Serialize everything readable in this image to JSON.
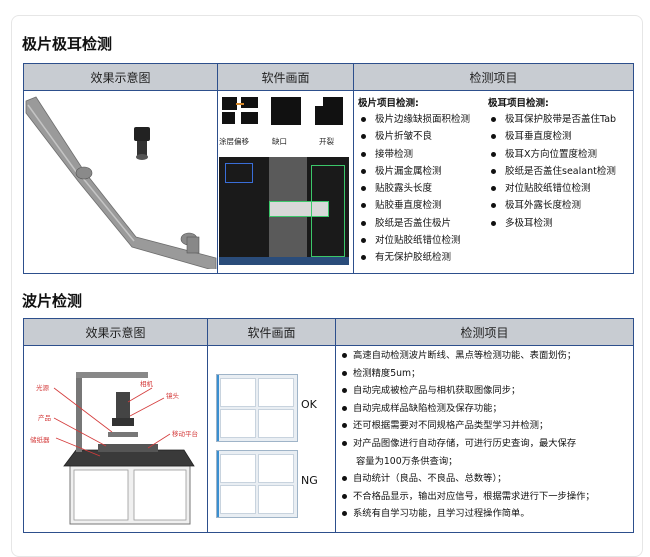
{
  "section1": {
    "title": "极片极耳检测",
    "headers": [
      "效果示意图",
      "软件画面",
      "检测项目"
    ],
    "thumb_labels": [
      "涂层偏移",
      "缺口",
      "开裂"
    ],
    "left_col": {
      "title": "极片项目检测:",
      "items": [
        "极片边缘缺损面积检测",
        "极片折皱不良",
        "接带检测",
        "极片漏金属检测",
        "贴胶露头长度",
        "贴胶垂直度检测",
        "胶纸是否盖住极片",
        "对位贴胶纸错位检测",
        "有无保护胶纸检测"
      ]
    },
    "right_col": {
      "title": "极耳项目检测:",
      "items": [
        "极耳保护胶带是否盖住Tab",
        "极耳垂直度检测",
        "极耳X方向位置度检测",
        "胶纸是否盖住sealant检测",
        "对位贴胶纸错位检测",
        "极耳外露长度检测",
        "多极耳检测"
      ]
    }
  },
  "section2": {
    "title": "波片检测",
    "headers": [
      "效果示意图",
      "软件画面",
      "检测项目"
    ],
    "labels": {
      "ok": "OK",
      "ng": "NG"
    },
    "diagram_labels": [
      "光源",
      "相机",
      "镜头",
      "产品",
      "移动平台",
      "储纸器"
    ],
    "items": [
      "高速自动检测波片断线、黑点等检测功能、表面划伤；",
      "检测精度5um；",
      "自动完成被检产品与相机获取图像同步；",
      "自动完成样品缺陷检测及保存功能；",
      "还可根据需要对不同规格产品类型学习并检测；",
      "对产品图像进行自动存储，可进行历史查询，最大保存",
      "容量为100万条供查询；",
      "自动统计（良品、不良品、总数等）；",
      "不合格品显示，输出对应信号，根据需求进行下一步操作；",
      "系统有自学习功能，且学习过程操作简单。"
    ]
  },
  "colors": {
    "border": "#2d4f8c",
    "header_bg": "#c8ccd2",
    "annotation": "#d43b3b"
  }
}
